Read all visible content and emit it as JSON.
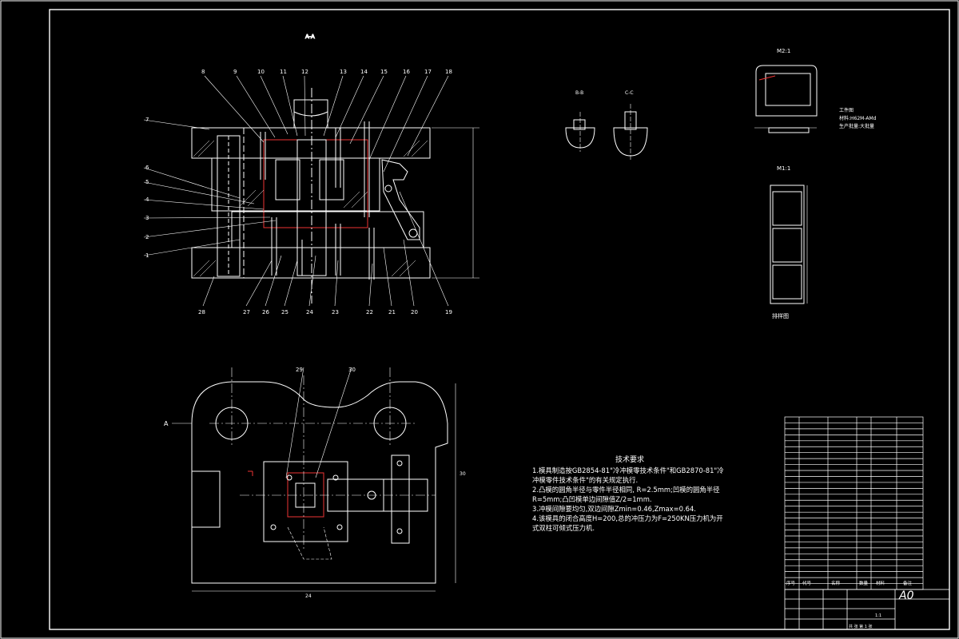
{
  "drawing": {
    "sheet_size": "A0",
    "view_labels": {
      "section_aa": "A-A",
      "section_bb": "B-B",
      "section_cc": "C-C",
      "detail_1": "M2:1",
      "detail_2": "M1:1",
      "blank_label": "排样图"
    },
    "workpiece": {
      "name": "工件图",
      "material": "材料:H62M-AMd",
      "batch": "生产批量:大批量"
    },
    "section_marker": "A",
    "dim_width": "24",
    "dim_height": "30"
  },
  "part_numbers": {
    "top": [
      "8",
      "9",
      "10",
      "11",
      "12",
      "13",
      "14",
      "15",
      "16",
      "17",
      "18"
    ],
    "left": [
      "7",
      "6",
      "5",
      "4",
      "3",
      "2",
      "1"
    ],
    "bottom": [
      "28",
      "27",
      "26",
      "25",
      "24",
      "23",
      "22",
      "21",
      "20",
      "19"
    ],
    "plan": [
      "29",
      "30"
    ]
  },
  "tech_requirements": {
    "title": "技术要求",
    "lines": [
      "1.模具制造按GB2854-81\"冷冲模零技术条件\"和GB2870-81\"冷",
      "冲模零件技术条件\"的有关规定执行.",
      "2.凸模的圆角半径与零件半径相同, R=2.5mm;凹模的圆角半径",
      "R=5mm;凸凹模单边间隙值Z/2=1mm.",
      "3.冲模间隙要均匀,双边间隙Zmin=0.46,Zmax=0.64.",
      "4.该模具的闭合高度H=200,总的冲压力为F=250KN压力机为开",
      "式双柱可倾式压力机."
    ]
  },
  "title_block": {
    "sheet_label": "A0",
    "scale": "1:1",
    "sheet_info": "共 张 第 1 张",
    "headers": [
      "序号",
      "代号",
      "名称",
      "数量",
      "材料",
      "备注"
    ]
  },
  "bom": {
    "row_count": 29
  }
}
